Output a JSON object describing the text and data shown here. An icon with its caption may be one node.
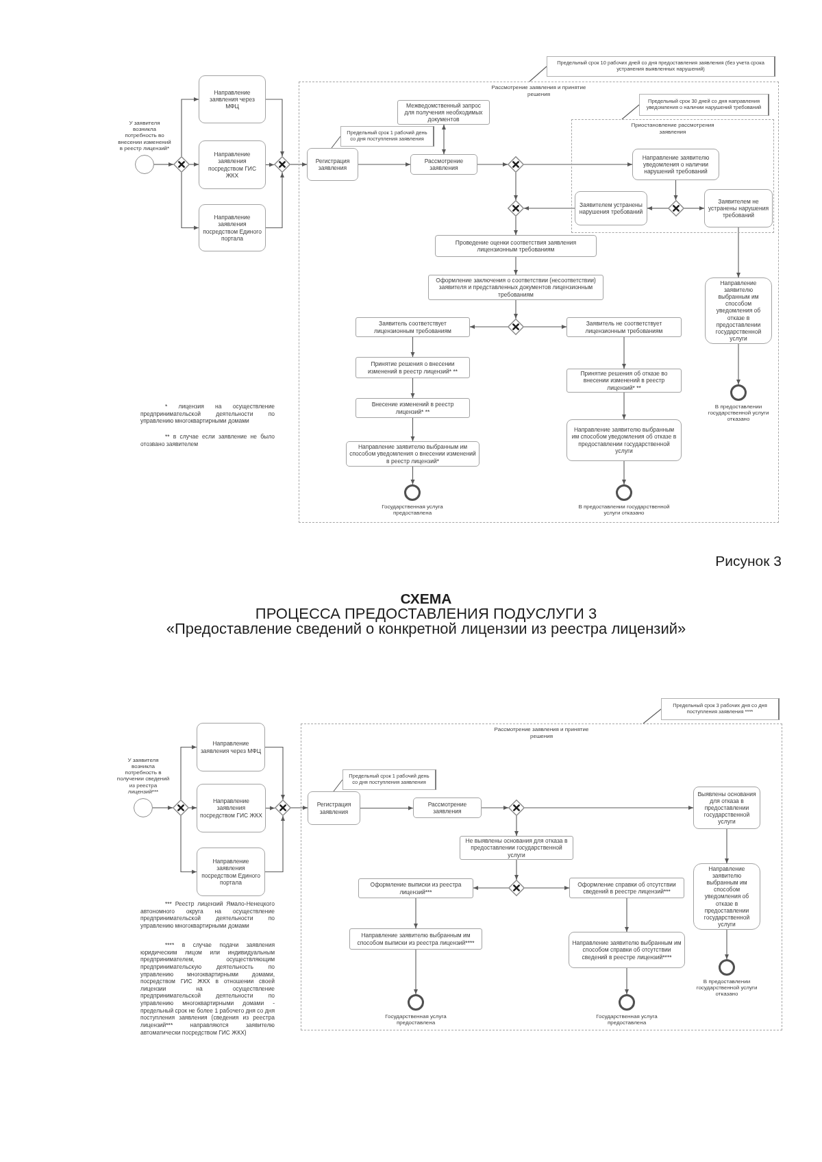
{
  "diagram": {
    "nodes": [
      {
        "text": [],
        "shape": "circle",
        "beside": [
          "У заявителя возникла потребность во внесении изменений в реестр лицензий*"
        ]
      },
      {
        "text": [],
        "shape": "diamond"
      },
      {
        "text": [
          "Направление заявления через МФЦ"
        ]
      },
      {
        "text": [
          "Направление заявления посредством ГИС ЖКХ"
        ]
      },
      {
        "text": [
          "Направление заявления посредством Единого портала"
        ]
      },
      {
        "text": [],
        "shape": "diamond"
      },
      {
        "text": [
          "Предельный срок 10 рабочих дней со дня предоставления заявления (без учета срока устранения выявленных нарушений)"
        ]
      },
      {
        "text": [
          "Рассмотрение заявления и принятие решения"
        ]
      },
      {
        "text": [
          "Предельный срок 1 рабочий день со дня поступления заявления"
        ],
        "in": 7
      },
      {
        "text": [
          "Регистрация заявления"
        ],
        "in": 7
      },
      {
        "text": [
          "Межведомственный запрос для получения необходимых документов"
        ],
        "in": 7
      },
      {
        "text": [
          "Рассмотрение заявления"
        ],
        "in": 7
      },
      {
        "text": [],
        "shape": "diamond",
        "in": 7
      },
      {
        "text": [
          "Предельный срок 30 дней со дня направления уведомления о наличии нарушений требований"
        ],
        "in": 7
      },
      {
        "text": [
          "Приостановление рассмотрения заявления"
        ],
        "in": 7
      },
      {
        "text": [
          "Направление заявителю уведомления о наличии нарушений требований"
        ],
        "in": 14
      },
      {
        "text": [],
        "shape": "diamond",
        "in": 14
      },
      {
        "text": [
          "Заявителем устранены нарушения требований"
        ],
        "in": 14
      },
      {
        "text": [
          "Заявителем не устранены нарушения требований"
        ],
        "in": 14
      },
      {
        "text": [],
        "shape": "diamond",
        "in": 7
      },
      {
        "text": [
          "Проведение оценки соответствия заявления лицензионным требованиям"
        ],
        "in": 7
      },
      {
        "text": [
          "Оформление заключения о соответствии (несоответствии) заявителя и представленных документов лицензионным требованиям"
        ],
        "in": 7
      },
      {
        "text": [],
        "shape": "diamond",
        "in": 7
      },
      {
        "text": [
          "Заявитель соответствует лицензионным требованиям"
        ],
        "in": 7
      },
      {
        "text": [
          "Заявитель не соответствует лицензионным требованиям"
        ],
        "in": 7
      },
      {
        "text": [
          "Направление заявителю выбранным им способом уведомления об отказе в предоставлении государственной услуги"
        ],
        "in": 7
      },
      {
        "text": [
          "Принятие решения о внесении изменений в реестр лицензий* **"
        ],
        "in": 7
      },
      {
        "text": [
          "Принятие решения об отказе во внесении изменений в реестр лицензий* **"
        ],
        "in": 7
      },
      {
        "text": [
          "Внесение изменений в реестр лицензий* **"
        ],
        "in": 7
      },
      {
        "text": [
          "Направление заявителю выбранным им способом уведомления о внесении изменений в реестр лицензий*"
        ],
        "in": 7
      },
      {
        "text": [
          "Направление заявителю выбранным им способом уведомления об отказе в предоставлении государственной услуги"
        ],
        "in": 7
      },
      {
        "text": [],
        "shape": "circle",
        "beside": [
          "Государственная услуга предоставлена"
        ],
        "in": 7
      },
      {
        "text": [],
        "shape": "circle",
        "beside": [
          "В предоставлении государственной услуги отказано"
        ],
        "in": 7
      },
      {
        "text": [],
        "shape": "circle",
        "beside": [
          "В предоставлении государственной услуги отказано"
        ],
        "in": 7
      },
      {
        "text": [],
        "shape": "circle",
        "beside": [
          "У заявителя возникла потребность в получении сведений из реестра лицензий***"
        ]
      },
      {
        "text": [],
        "shape": "diamond"
      },
      {
        "text": [
          "Направление заявления через МФЦ"
        ]
      },
      {
        "text": [
          "Направление заявления посредством ГИС ЖКХ"
        ]
      },
      {
        "text": [
          "Направление заявления посредством Единого портала"
        ]
      },
      {
        "text": [],
        "shape": "diamond"
      },
      {
        "text": [
          "Предельный срок 3 рабочих дня со дня поступления заявления ****"
        ]
      },
      {
        "text": [
          "Рассмотрение заявления и принятие решения"
        ]
      },
      {
        "text": [
          "Предельный срок 1 рабочий день со дня поступления заявления"
        ],
        "in": 41
      },
      {
        "text": [
          "Регистрация заявления"
        ],
        "in": 41
      },
      {
        "text": [
          "Рассмотрение заявления"
        ],
        "in": 41
      },
      {
        "text": [],
        "shape": "diamond",
        "in": 41
      },
      {
        "text": [
          "Выявлены основания для отказа в предоставлении государственной услуги"
        ],
        "in": 41
      },
      {
        "text": [
          "Не выявлены основания для отказа в предоставлении государственной услуги"
        ],
        "in": 41
      },
      {
        "text": [],
        "shape": "diamond",
        "in": 41
      },
      {
        "text": [
          "Оформление выписки из реестра лицензий***"
        ],
        "in": 41
      },
      {
        "text": [
          "Оформление справки об отсутствии сведений в реестре лицензий***"
        ],
        "in": 41
      },
      {
        "text": [
          "Направление заявителю выбранным им способом уведомления об отказе в предоставлении государственной услуги"
        ],
        "in": 41
      },
      {
        "text": [
          "Направление заявителю выбранным им способом выписки из реестра лицензий****"
        ],
        "in": 41
      },
      {
        "text": [
          "Направление заявителю выбранным им способом справки об отсутствии сведений в реестре лицензий****"
        ],
        "in": 41
      },
      {
        "text": [],
        "shape": "circle",
        "beside": [
          "Государственная услуга предоставлена"
        ],
        "in": 41
      },
      {
        "text": [],
        "shape": "circle",
        "beside": [
          "Государственная услуга предоставлена"
        ],
        "in": 41
      },
      {
        "text": [],
        "shape": "circle",
        "beside": [
          "В предоставлении государственной услуги отказано"
        ],
        "in": 41
      }
    ],
    "edges": [
      {
        "from": 0,
        "to": 1,
        "arrow": "to"
      },
      {
        "from": 1,
        "to": 2,
        "arrow": "to"
      },
      {
        "from": 1,
        "to": 3,
        "arrow": "to"
      },
      {
        "from": 1,
        "to": 4,
        "arrow": "to"
      },
      {
        "from": 2,
        "to": 5,
        "arrow": "to"
      },
      {
        "from": 3,
        "to": 5,
        "arrow": "to"
      },
      {
        "from": 4,
        "to": 5,
        "arrow": "to"
      },
      {
        "from": 5,
        "to": 9,
        "arrow": "to"
      },
      {
        "from": 6,
        "to": 7,
        "arrow": "none"
      },
      {
        "from": 8,
        "to": 9,
        "arrow": "none"
      },
      {
        "from": 9,
        "to": 11,
        "arrow": "to"
      },
      {
        "from": 11,
        "to": 10,
        "arrow": "both"
      },
      {
        "from": 11,
        "to": 12,
        "arrow": "to"
      },
      {
        "from": 12,
        "to": 15,
        "arrow": "to"
      },
      {
        "from": 13,
        "to": 14,
        "arrow": "none"
      },
      {
        "from": 15,
        "to": 16,
        "arrow": "to"
      },
      {
        "from": 16,
        "to": 17,
        "arrow": "to"
      },
      {
        "from": 16,
        "to": 18,
        "arrow": "to"
      },
      {
        "from": 17,
        "to": 19,
        "arrow": "to"
      },
      {
        "from": 12,
        "to": 19,
        "arrow": "to"
      },
      {
        "from": 19,
        "to": 20,
        "arrow": "to"
      },
      {
        "from": 20,
        "to": 21,
        "arrow": "to"
      },
      {
        "from": 21,
        "to": 22,
        "arrow": "to"
      },
      {
        "from": 22,
        "to": 23,
        "arrow": "to"
      },
      {
        "from": 22,
        "to": 24,
        "arrow": "to"
      },
      {
        "from": 18,
        "to": 25,
        "arrow": "to"
      },
      {
        "from": 23,
        "to": 26,
        "arrow": "to"
      },
      {
        "from": 26,
        "to": 28,
        "arrow": "to"
      },
      {
        "from": 28,
        "to": 29,
        "arrow": "to"
      },
      {
        "from": 29,
        "to": 31,
        "arrow": "to"
      },
      {
        "from": 24,
        "to": 27,
        "arrow": "to"
      },
      {
        "from": 27,
        "to": 30,
        "arrow": "to"
      },
      {
        "from": 30,
        "to": 32,
        "arrow": "to"
      },
      {
        "from": 25,
        "to": 33,
        "arrow": "to"
      },
      {
        "from": 34,
        "to": 35,
        "arrow": "to"
      },
      {
        "from": 35,
        "to": 36,
        "arrow": "to"
      },
      {
        "from": 35,
        "to": 37,
        "arrow": "to"
      },
      {
        "from": 35,
        "to": 38,
        "arrow": "to"
      },
      {
        "from": 36,
        "to": 39,
        "arrow": "to"
      },
      {
        "from": 37,
        "to": 39,
        "arrow": "to"
      },
      {
        "from": 38,
        "to": 39,
        "arrow": "to"
      },
      {
        "from": 39,
        "to": 43,
        "arrow": "to"
      },
      {
        "from": 40,
        "to": 41,
        "arrow": "none"
      },
      {
        "from": 42,
        "to": 43,
        "arrow": "none"
      },
      {
        "from": 43,
        "to": 44,
        "arrow": "to"
      },
      {
        "from": 44,
        "to": 45,
        "arrow": "to"
      },
      {
        "from": 45,
        "to": 46,
        "arrow": "to"
      },
      {
        "from": 45,
        "to": 47,
        "arrow": "to"
      },
      {
        "from": 47,
        "to": 48,
        "arrow": "to"
      },
      {
        "from": 48,
        "to": 49,
        "arrow": "to"
      },
      {
        "from": 48,
        "to": 50,
        "arrow": "to"
      },
      {
        "from": 46,
        "to": 51,
        "arrow": "to"
      },
      {
        "from": 51,
        "to": 56,
        "arrow": "to"
      },
      {
        "from": 49,
        "to": 52,
        "arrow": "to"
      },
      {
        "from": 52,
        "to": 54,
        "arrow": "to"
      },
      {
        "from": 50,
        "to": 53,
        "arrow": "to"
      },
      {
        "from": 53,
        "to": 55,
        "arrow": "to"
      }
    ],
    "labels": [
      "* лицензия на осуществление предпринимательской деятельности по управлению многоквартирными домами",
      "** в случае если заявление не было отозвано заявителем",
      "Рисунок 3",
      "СХЕМА",
      "ПРОЦЕССА ПРЕДОСТАВЛЕНИЯ ПОДУСЛУГИ 3",
      "«Предоставление сведений о конкретной лицензии из реестра лицензий»",
      "*** Реестр лицензий Ямало-Ненецкого автономного округа на осуществление предпринимательской деятельности по управлению многоквартирными домами",
      "**** в случае подачи заявления юридическим лицом или индивидуальным предпринимателем, осуществляющим предпринимательскую деятельность по управлению многоквартирными домами, посредством ГИС ЖКХ в отношении своей лицензии на осуществление предпринимательской деятельности по управлению многоквартирными домами - предельный срок не более 1 рабочего дня со дня поступления заявления (сведения из реестра лицензий*** направляются заявителю автоматически посредством ГИС ЖКХ)"
    ]
  }
}
